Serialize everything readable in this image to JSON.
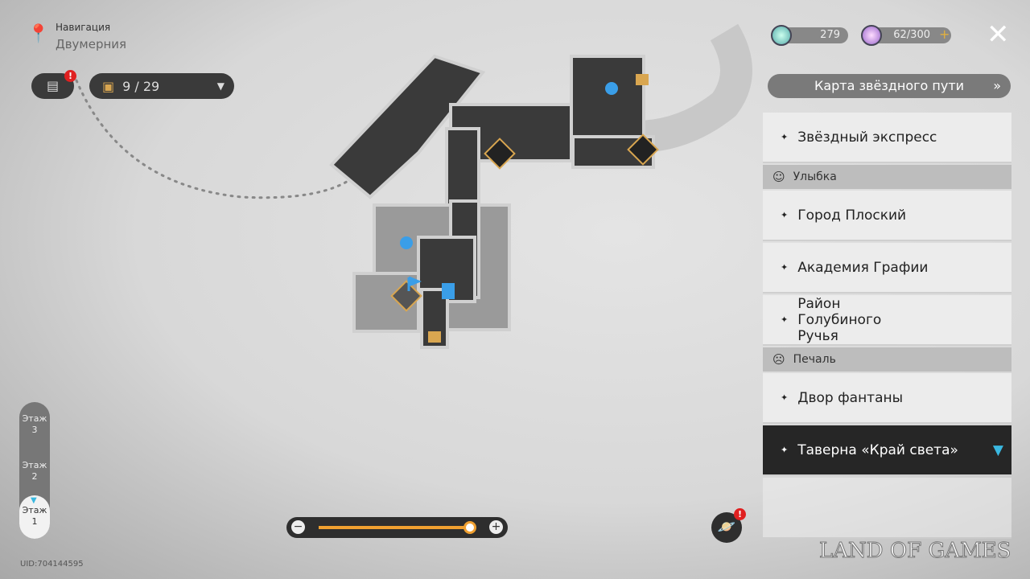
{
  "header": {
    "title": "Навигация",
    "location": "Двумерния"
  },
  "chest": {
    "count": "9 / 29"
  },
  "currencies": [
    {
      "value": "279",
      "icon": "stellar-jade-icon"
    },
    {
      "value": "62/300",
      "icon": "trailblaze-power-icon",
      "plus": "+"
    }
  ],
  "star_rail_map_button": "Карта звёздного пути",
  "sections": [
    {
      "items": [
        "Звёздный экспресс"
      ]
    },
    {
      "header": "Улыбка",
      "items": [
        "Город Плоский",
        "Академия Графии",
        "Район Голубиного Ручья"
      ]
    },
    {
      "header": "Печаль",
      "items": [
        "Двор фантаны",
        "Таверна «Край света»"
      ]
    }
  ],
  "floors": [
    {
      "label": "Этаж",
      "num": "3"
    },
    {
      "label": "Этаж",
      "num": "2"
    },
    {
      "label": "Этаж",
      "num": "1",
      "selected": true
    }
  ],
  "zoom": {
    "level": 1.0,
    "minus": "−",
    "plus": "+"
  },
  "uid": "UID:704144595",
  "badge": "!",
  "watermark": "LAND OF GAMES",
  "colors": {
    "accent": "#f0a030",
    "selected": "#262626",
    "alert": "#e02020",
    "cyan": "#3ab8e0"
  }
}
